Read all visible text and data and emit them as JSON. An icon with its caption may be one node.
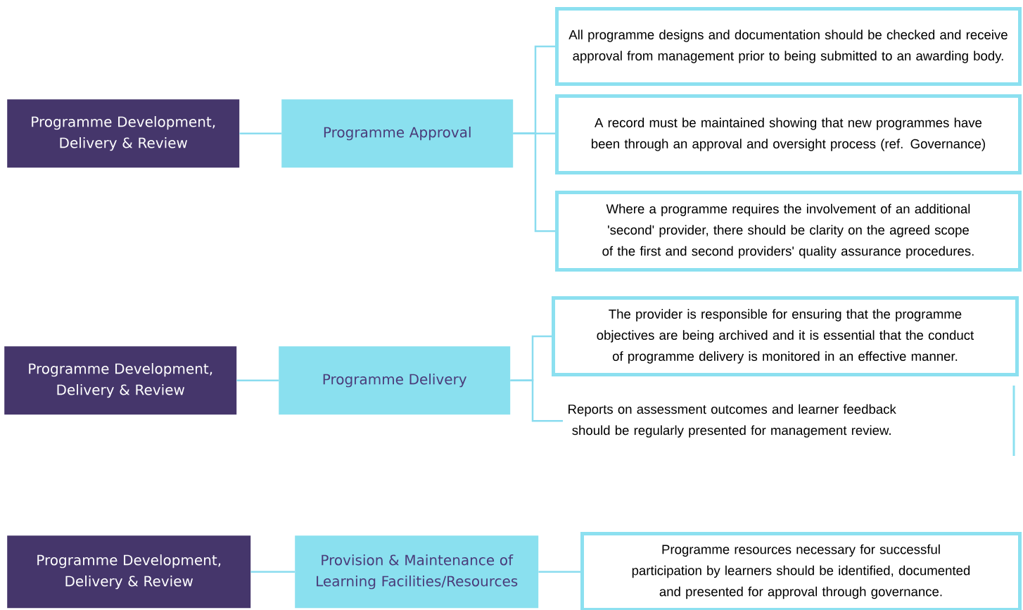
{
  "diagram": {
    "nodes": [
      {
        "text": [
          "Programme Development, Delivery & Review"
        ]
      },
      {
        "text": [
          "Programme Approval"
        ]
      },
      {
        "text": [
          "All programme designs and documentation should be checked and receive approval from management prior to being submitted to an awarding body."
        ]
      },
      {
        "text": [
          "A record must be maintained showing that new programmes have been through an approval and oversight process (ref. Governance)"
        ]
      },
      {
        "text": [
          "Where a programme requires the involvement of an additional 'second' provider, there should be clarity on the agreed scope of the first and second providers' quality assurance procedures."
        ]
      },
      {
        "text": [
          "Programme Development, Delivery & Review"
        ]
      },
      {
        "text": [
          "Programme Delivery"
        ]
      },
      {
        "text": [
          "The provider is responsible for ensuring that the programme objectives are being archived and it is essential that the conduct of programme delivery is monitored in an effective manner."
        ]
      },
      {
        "text": [
          "Reports on assessment outcomes and learner feedback should be regularly presented for management review."
        ]
      },
      {
        "text": [
          "Programme Development, Delivery & Review"
        ]
      },
      {
        "text": [
          "Provision & Maintenance of Learning Facilities/Resources"
        ]
      },
      {
        "text": [
          "Programme resources necessary for successful participation by learners should be identified, documented and presented for approval through governance."
        ]
      }
    ],
    "edges": [
      {
        "from": 0,
        "to": 1,
        "arrow": "none"
      },
      {
        "from": 1,
        "to": 2,
        "arrow": "none"
      },
      {
        "from": 1,
        "to": 3,
        "arrow": "none"
      },
      {
        "from": 1,
        "to": 4,
        "arrow": "none"
      },
      {
        "from": 5,
        "to": 6,
        "arrow": "none"
      },
      {
        "from": 6,
        "to": 7,
        "arrow": "none"
      },
      {
        "from": 6,
        "to": 8,
        "arrow": "none"
      },
      {
        "from": 9,
        "to": 10,
        "arrow": "none"
      },
      {
        "from": 10,
        "to": 11,
        "arrow": "none"
      }
    ]
  }
}
